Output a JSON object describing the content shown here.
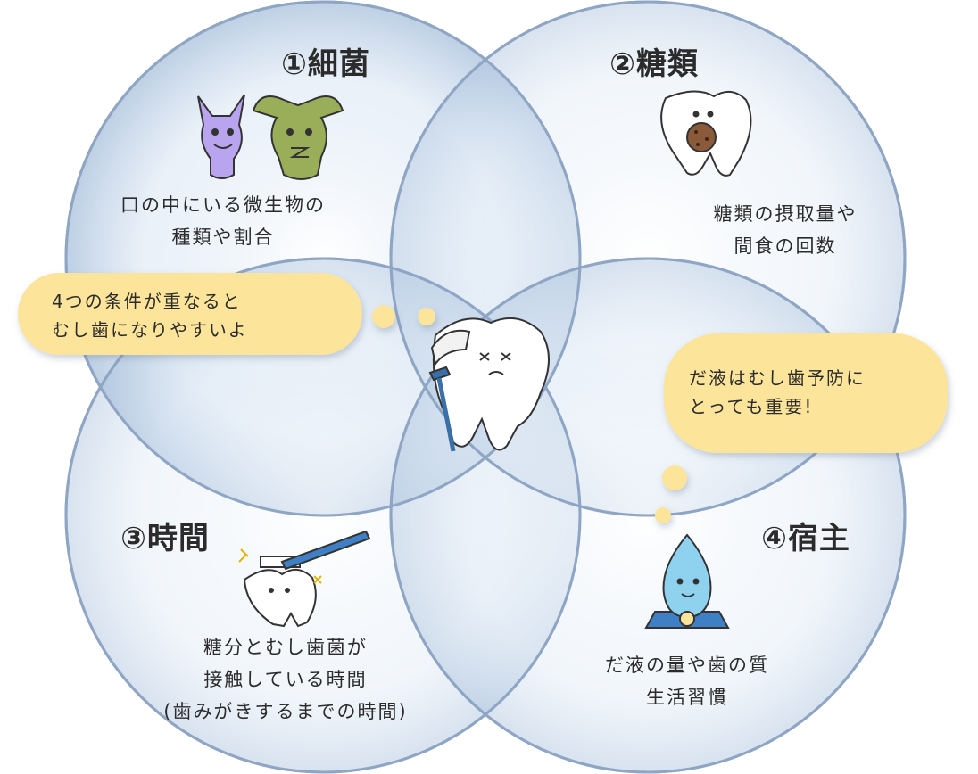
{
  "factors": [
    {
      "title": "①細菌",
      "lines": [
        "口の中にいる微生物の",
        "種類や割合"
      ]
    },
    {
      "title": "②糖類",
      "lines": [
        "糖類の摂取量や",
        "間食の回数"
      ]
    },
    {
      "title": "③時間",
      "lines": [
        "糖分とむし歯菌が",
        "接触している時間",
        "(歯みがきするまでの時間)"
      ]
    },
    {
      "title": "④宿主",
      "lines": [
        "だ液の量や歯の質",
        "生活習慣"
      ]
    }
  ],
  "bubbles": {
    "left": [
      "4つの条件が重なると",
      "むし歯になりやすいよ"
    ],
    "right": [
      "だ液はむし歯予防に",
      "とっても重要!"
    ]
  },
  "colors": {
    "circle_fill": "#b9cfe6",
    "circle_stroke": "#8ea5c4",
    "bubble_fill": "#fce49a",
    "purple_monster": "#b9a5ef",
    "green_monster": "#9aae5a",
    "toothbrush": "#3e7fc6",
    "crutch": "#3a6fa8",
    "drop": "#8fd2f0",
    "cookie": "#8a5a3a"
  },
  "icons": [
    "purple-germ-icon",
    "green-germ-icon",
    "tooth-with-cookie-icon",
    "toothbrush-tooth-icon",
    "saliva-hero-icon",
    "bandaged-tooth-icon"
  ]
}
